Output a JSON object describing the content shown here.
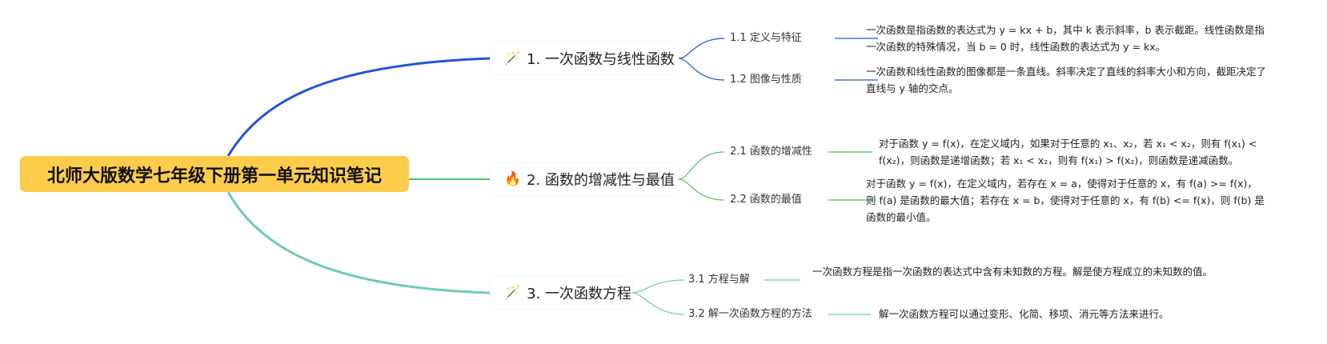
{
  "map": {
    "root": {
      "title": "北师大版数学七年级下册第一单元知识笔记",
      "color": "#fccc4a"
    },
    "branches": [
      {
        "icon": "magic-wand-icon",
        "emoji": "🪄",
        "label": "1. 一次函数与线性函数",
        "color": "#2355d8",
        "subs": [
          {
            "label": "1.1 定义与特征",
            "note": "一次函数是指函数的表达式为 y = kx + b，其中 k 表示斜率，b 表示截距。线性函数是指一次函数的特殊情况，当 b = 0 时，线性函数的表达式为 y = kx。"
          },
          {
            "label": "1.2 图像与性质",
            "note": "一次函数和线性函数的图像都是一条直线。斜率决定了直线的斜率大小和方向，截距决定了直线与 y 轴的交点。"
          }
        ]
      },
      {
        "icon": "fire-icon",
        "emoji": "🔥",
        "label": "2. 函数的增减性与最值",
        "color": "#4cc45e",
        "subs": [
          {
            "label": "2.1 函数的增减性",
            "note": "对于函数 y = f(x)，在定义域内，如果对于任意的 x₁、x₂，若 x₁ < x₂，则有 f(x₁) < f(x₂)，则函数是递增函数；若 x₁ < x₂，则有 f(x₁) > f(x₂)，则函数是递减函数。"
          },
          {
            "label": "2.2 函数的最值",
            "note": "对于函数 y = f(x)，在定义域内，若存在 x = a，使得对于任意的 x，有 f(a) >= f(x)，则 f(a) 是函数的最大值；若存在 x = b，使得对于任意的 x，有 f(b) <= f(x)，则 f(b) 是函数的最小值。"
          }
        ]
      },
      {
        "icon": "magic-wand-icon",
        "emoji": "🪄",
        "label": "3. 一次函数方程",
        "color": "#6ccbb4",
        "subs": [
          {
            "label": "3.1 方程与解",
            "note": "一次函数方程是指一次函数的表达式中含有未知数的方程。解是使方程成立的未知数的值。"
          },
          {
            "label": "3.2 解一次函数方程的方法",
            "note": "解一次函数方程可以通过变形、化简、移项、消元等方法来进行。"
          }
        ]
      }
    ]
  }
}
